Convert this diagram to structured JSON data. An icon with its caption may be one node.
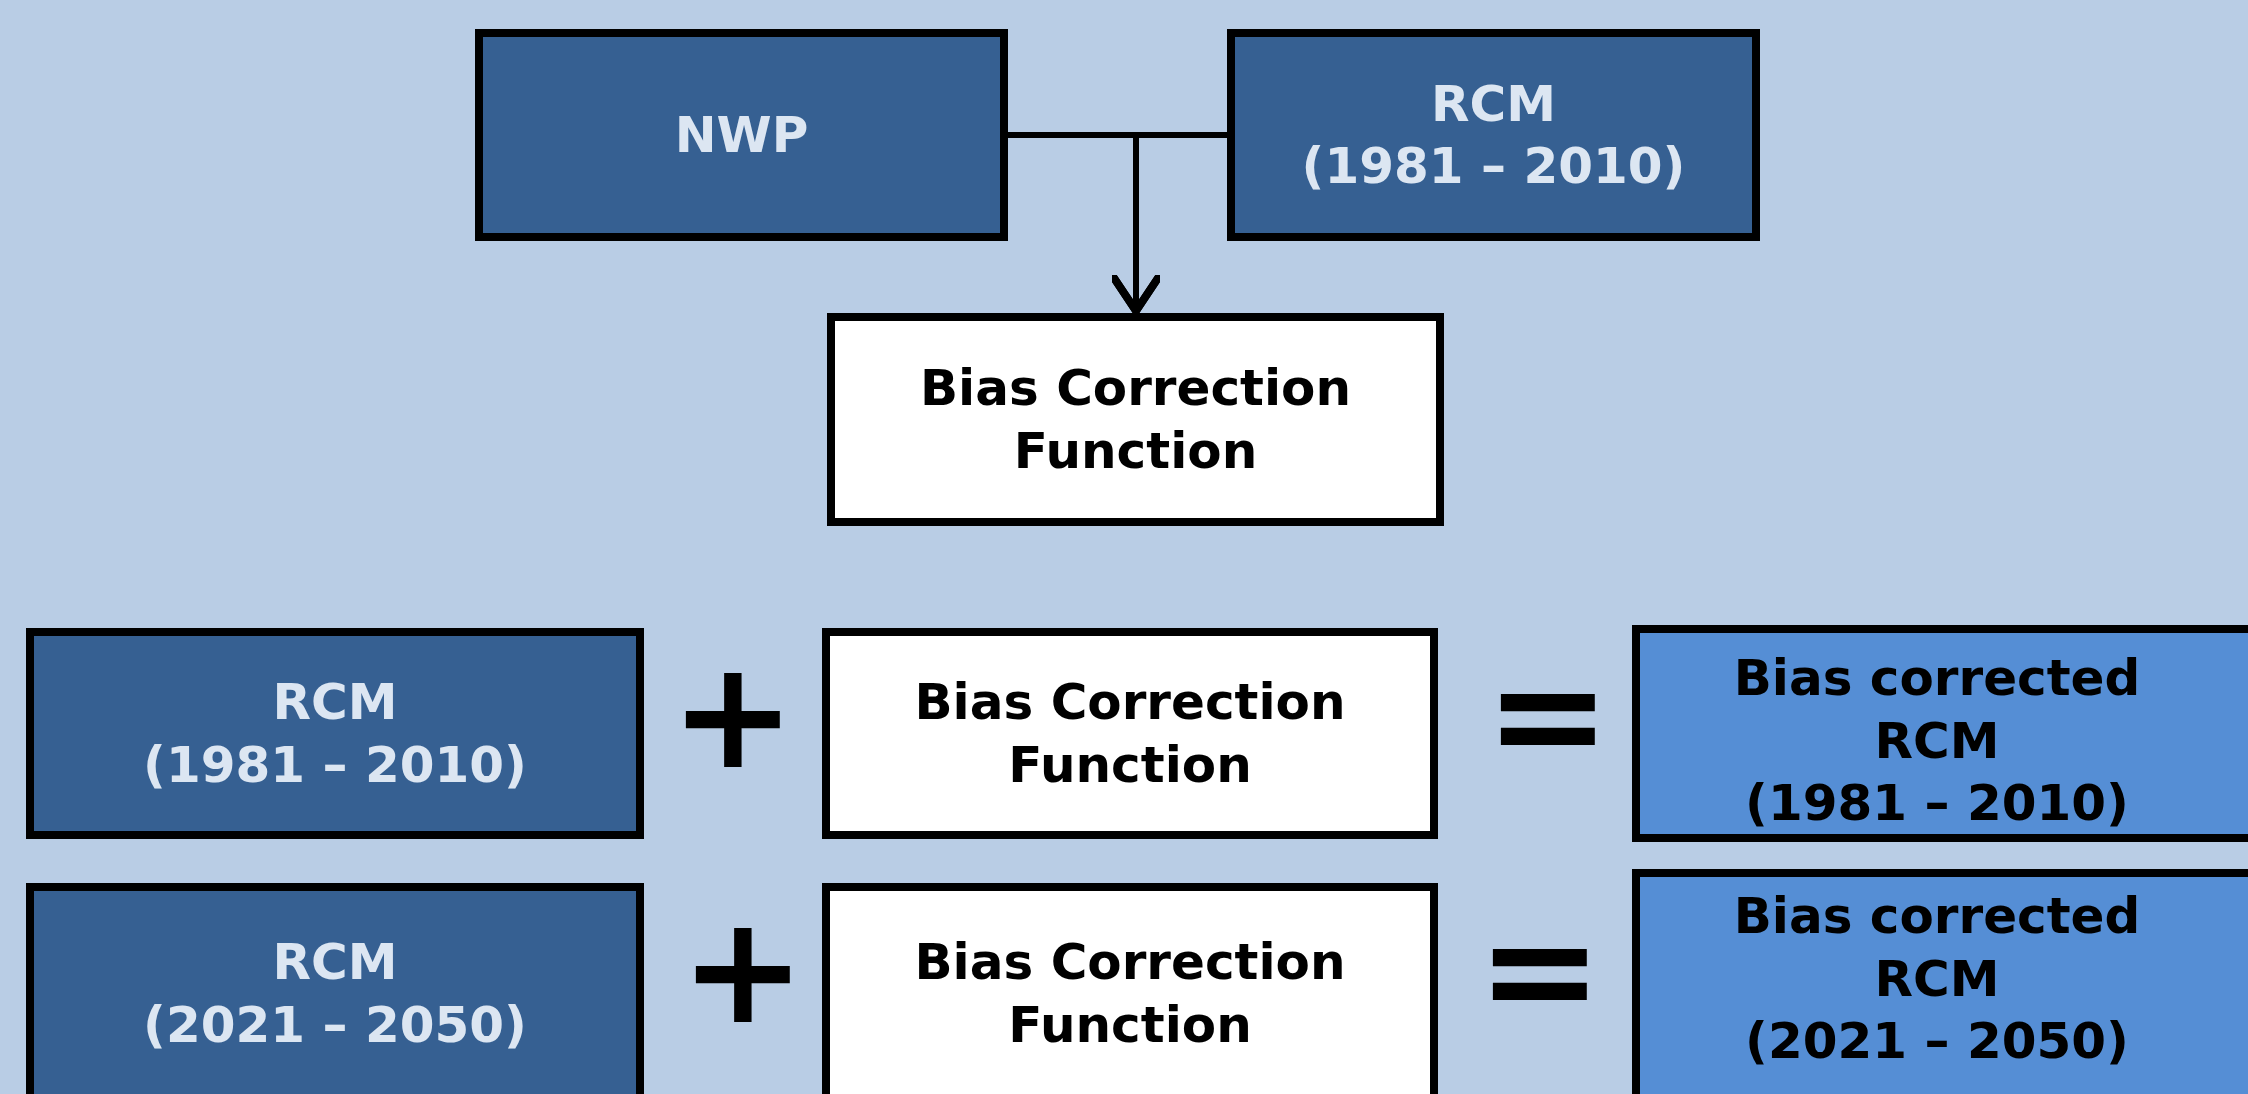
{
  "diagram": {
    "nodes": [
      {
        "text": [
          "NWP"
        ]
      },
      {
        "text": [
          "RCM (1981 – 2010)"
        ]
      },
      {
        "text": [
          "Bias Correction Function"
        ]
      },
      {
        "text": [
          "RCM (1981 – 2010)"
        ]
      },
      {
        "text": [
          "Bias Correction Function"
        ]
      },
      {
        "text": [
          "Bias corrected RCM (1981 – 2010)"
        ]
      },
      {
        "text": [
          "RCM (2021 – 2050)"
        ]
      },
      {
        "text": [
          "Bias Correction Function"
        ]
      },
      {
        "text": [
          "Bias corrected RCM (2021 – 2050)"
        ]
      }
    ],
    "edges": [
      {
        "from": 0,
        "to": 2,
        "arrow": "to"
      },
      {
        "from": 1,
        "to": 2,
        "arrow": "to"
      }
    ],
    "labels": [
      "+",
      "=",
      "+",
      "="
    ]
  }
}
